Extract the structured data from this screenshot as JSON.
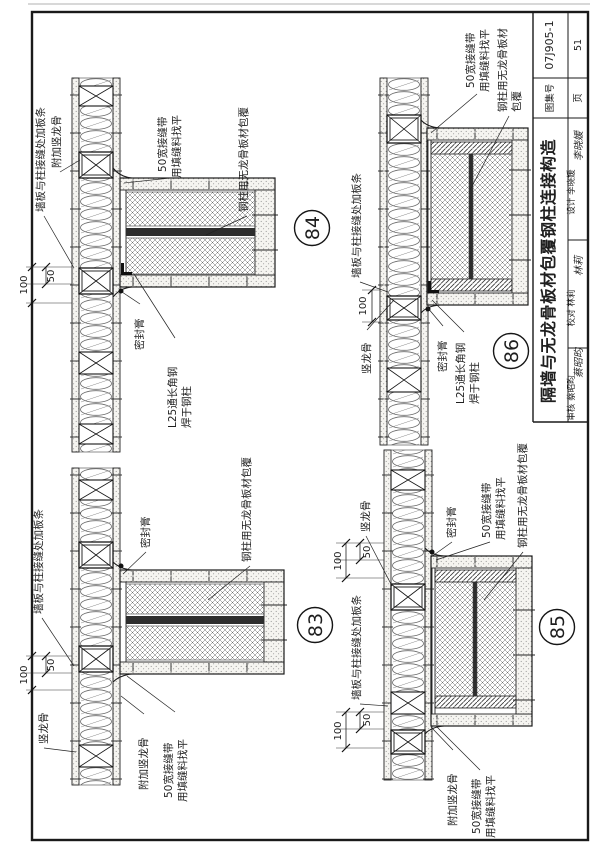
{
  "title_block": {
    "atlas_label": "图集号",
    "atlas_value": "07J905-1",
    "page_label": "页",
    "page_value": "51",
    "title": "隔墙与无龙骨板材包覆钢柱连接构造",
    "design_label": "设计",
    "design_name": "李晓媛",
    "design_sig": "李晓媛",
    "check_label": "校对",
    "check_name": "林莉",
    "check_sig": "林莉",
    "review_label": "审核",
    "review_name": "蔡昭昀",
    "review_sig": "蔡昭昀"
  },
  "labels": {
    "wall_batten": "墙板与柱接缝处加板条",
    "extra_stud": "附加竖龙骨",
    "stud": "竖龙骨",
    "tape1": "50宽接缝带",
    "tape2": "用填缝料找平",
    "column_wrap": "钢柱用无龙骨板材包覆",
    "column_wrap_a": "钢柱用无龙骨板材",
    "column_wrap_b": "包覆",
    "sealant": "密封膏",
    "angle1": "L25通长角钢",
    "angle2": "焊于钢柱",
    "dim100": "100",
    "dim50": "50"
  },
  "details": {
    "d83": {
      "number": "83"
    },
    "d84": {
      "number": "84"
    },
    "d85": {
      "number": "85"
    },
    "d86": {
      "number": "86"
    }
  }
}
